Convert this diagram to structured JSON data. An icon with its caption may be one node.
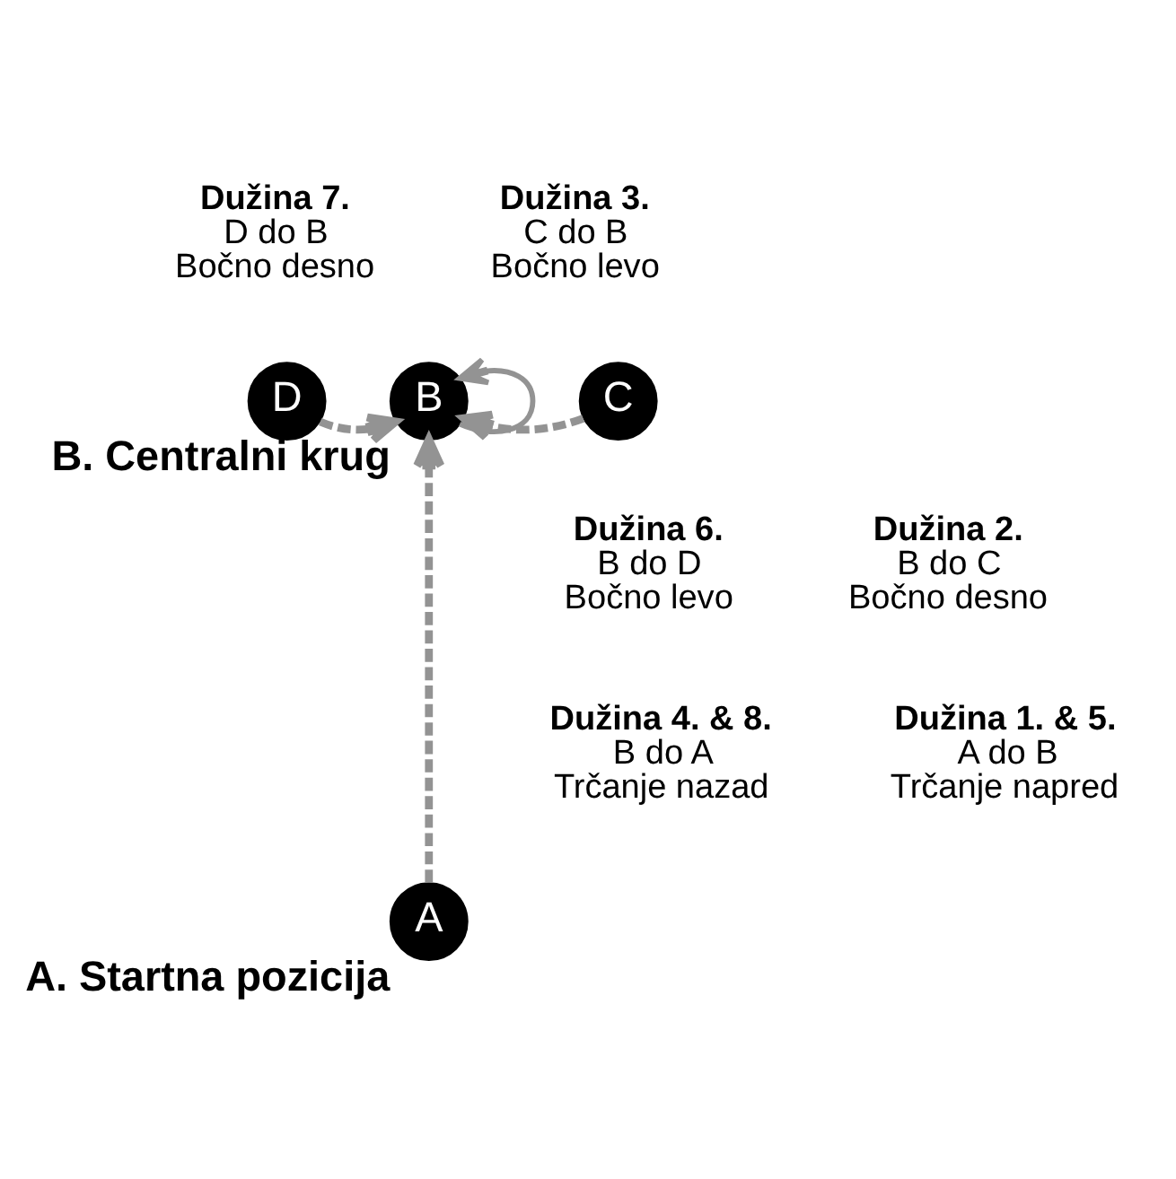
{
  "diagram": {
    "nodes": [
      {
        "text": [
          "D"
        ]
      },
      {
        "text": [
          "B"
        ],
        "beside": [
          "B. Centralni krug"
        ]
      },
      {
        "text": [
          "C"
        ]
      },
      {
        "text": [
          "A"
        ],
        "beside": [
          "A. Startna pozicija"
        ]
      }
    ],
    "edges": [
      {
        "from": 3,
        "to": 1,
        "arrow": "to",
        "style": "dashed"
      },
      {
        "from": 0,
        "to": 1,
        "arrow": "to",
        "style": "dashed"
      },
      {
        "from": 2,
        "to": 1,
        "arrow": "to",
        "style": "dashed"
      },
      {
        "from": 1,
        "to": 1,
        "arrow": "to"
      }
    ],
    "labels": [
      "Dužina 7.",
      "D do B",
      "Bočno desno",
      "Dužina 3.",
      "C do B",
      "Bočno levo",
      "Dužina 6.",
      "B do D",
      "Bočno levo",
      "Dužina 2.",
      "B do C",
      "Bočno desno",
      "Dužina 4. & 8.",
      "B do A",
      "Trčanje nazad",
      "Dužina 1. & 5.",
      "A do B",
      "Trčanje napred"
    ]
  }
}
